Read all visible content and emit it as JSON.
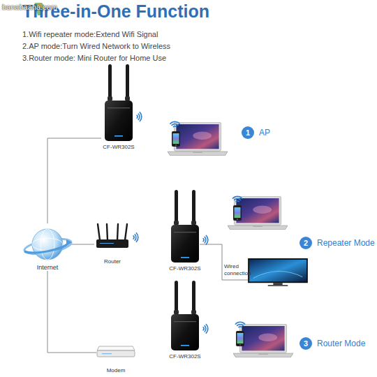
{
  "diagram": {
    "title": "Three-in-One Function",
    "nodes": [
      {
        "text": [
          "Internet"
        ]
      },
      {
        "text": [
          "CF-WR302S"
        ]
      },
      {
        "text": [
          "1",
          "AP"
        ]
      },
      {
        "text": [
          "Router"
        ]
      },
      {
        "text": [
          "CF-WR302S"
        ]
      },
      {
        "text": [
          "2",
          "Repeater Mode"
        ]
      },
      {
        "text": [
          "Modem"
        ]
      },
      {
        "text": [
          "CF-WR302S"
        ]
      },
      {
        "text": [
          "3",
          "Router Mode"
        ]
      }
    ],
    "edges": [
      {
        "from": 0,
        "to": 1,
        "arrow": "none"
      },
      {
        "from": 0,
        "to": 3,
        "arrow": "none"
      },
      {
        "from": 0,
        "to": 6,
        "arrow": "none"
      }
    ],
    "labels": [
      "1.Wifi repeater mode:Extend Wifi Signal",
      "2.AP mode:Turn Wired Network to Wireless",
      "3.Router mode: Mini Router for Home Use",
      "Wired connection",
      "banabaana.com"
    ]
  }
}
